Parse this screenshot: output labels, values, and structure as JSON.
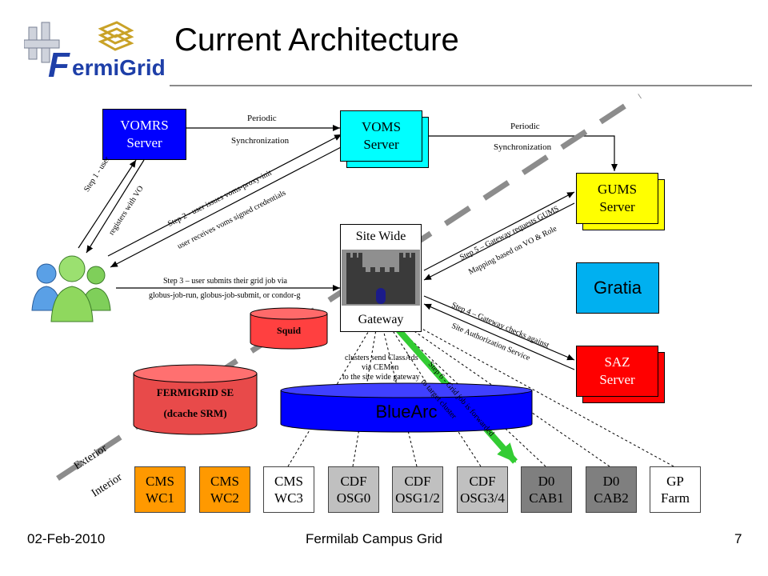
{
  "slide": {
    "title": "Current Architecture",
    "logo_text": "FermiGrid",
    "footer_date": "02-Feb-2010",
    "footer_center": "Fermilab Campus Grid",
    "page_number": "7"
  },
  "boxes": {
    "vomrs": [
      "VOMRS",
      "Server"
    ],
    "voms": [
      "VOMS",
      "Server"
    ],
    "gums": [
      "GUMS",
      "Server"
    ],
    "gratia": "Gratia",
    "saz": [
      "SAZ",
      "Server"
    ],
    "gateway_top": "Site Wide",
    "gateway_bottom": "Gateway",
    "squid": "Squid",
    "fermigrid_se": [
      "FERMIGRID SE",
      "(dcache SRM)"
    ],
    "bluearc": "BlueArc"
  },
  "labels": {
    "periodic1": "Periodic",
    "sync1": "Synchronization",
    "periodic2": "Periodic",
    "sync2": "Synchronization",
    "step1a": "Step 1 - user",
    "step1b": "registers with VO",
    "step2a": "Step 2 - user issues voms-proxy-init",
    "step2b": "user receives voms signed credentials",
    "step3a": "Step 3 – user submits their grid job via",
    "step3b": "globus-job-run, globus-job-submit, or condor-g",
    "step4a": "Step 4 – Gateway checks against",
    "step4b": "Site Authorization Service",
    "step5a": "Step 5 – Gateway requests GUMS",
    "step5b": "Mapping based on VO & Role",
    "classads1": "clusters send ClassAds",
    "classads2": "via CEMon",
    "classads3": "to the site wide gateway",
    "step6a": "Step 6 - Grid job is forwarded",
    "step6b": "to target cluster",
    "exterior": "Exterior",
    "interior": "Interior"
  },
  "clusters": [
    {
      "line1": "CMS",
      "line2": "WC1",
      "color": "#ff9900"
    },
    {
      "line1": "CMS",
      "line2": "WC2",
      "color": "#ff9900"
    },
    {
      "line1": "CMS",
      "line2": "WC3",
      "color": "#ffffff"
    },
    {
      "line1": "CDF",
      "line2": "OSG0",
      "color": "#c0c0c0"
    },
    {
      "line1": "CDF",
      "line2": "OSG1/2",
      "color": "#c0c0c0"
    },
    {
      "line1": "CDF",
      "line2": "OSG3/4",
      "color": "#c0c0c0"
    },
    {
      "line1": "D0",
      "line2": "CAB1",
      "color": "#7f7f7f"
    },
    {
      "line1": "D0",
      "line2": "CAB2",
      "color": "#7f7f7f"
    },
    {
      "line1": "GP",
      "line2": "Farm",
      "color": "#ffffff"
    }
  ],
  "colors": {
    "vomrs": "#0000ff",
    "voms": "#00ffff",
    "gums": "#ffff00",
    "gratia": "#00b0f0",
    "saz": "#ff0000",
    "squid": "#ff4040",
    "bluearc": "#0000ff",
    "green_arrow": "#33cc33"
  }
}
